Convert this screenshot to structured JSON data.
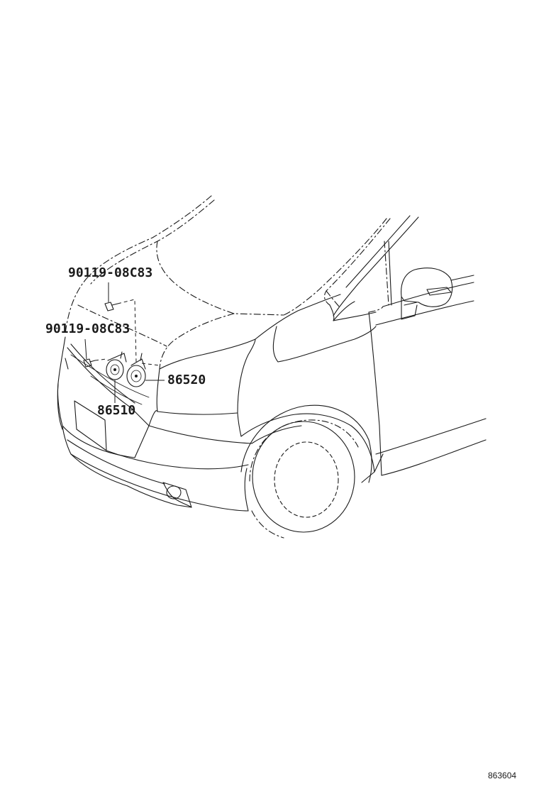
{
  "callouts": {
    "bolt_upper": "90119-08C83",
    "bolt_lower": "90119-08C83",
    "horn_high": "86520",
    "horn_low": "86510"
  },
  "illustration_code": "863604"
}
